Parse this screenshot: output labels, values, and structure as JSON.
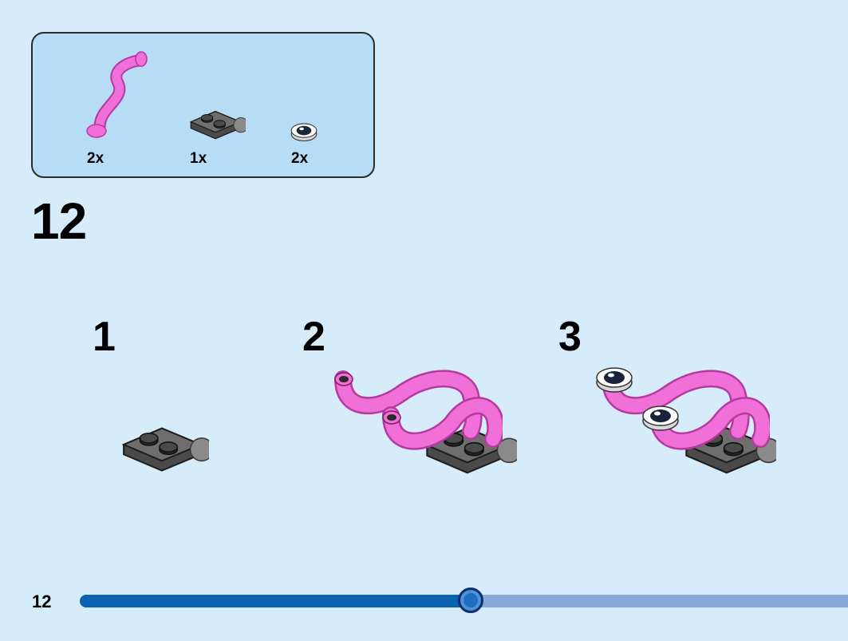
{
  "parts_list": {
    "items": [
      {
        "name": "pink-bent-tube-icon",
        "qty": "2x"
      },
      {
        "name": "dark-gray-plate-with-ball-icon",
        "qty": "1x"
      },
      {
        "name": "round-eye-tile-icon",
        "qty": "2x"
      }
    ]
  },
  "step": {
    "number": "12"
  },
  "substeps": [
    {
      "number": "1"
    },
    {
      "number": "2"
    },
    {
      "number": "3"
    }
  ],
  "footer": {
    "page_number": "12",
    "progress_fraction": 0.5
  },
  "colors": {
    "background": "#d6ecfa",
    "parts_box": "#b7dcf5",
    "pink": "#f06fd8",
    "dark_gray": "#555555",
    "progress_done": "#0a62b0",
    "progress_remaining": "#89a8dc"
  }
}
